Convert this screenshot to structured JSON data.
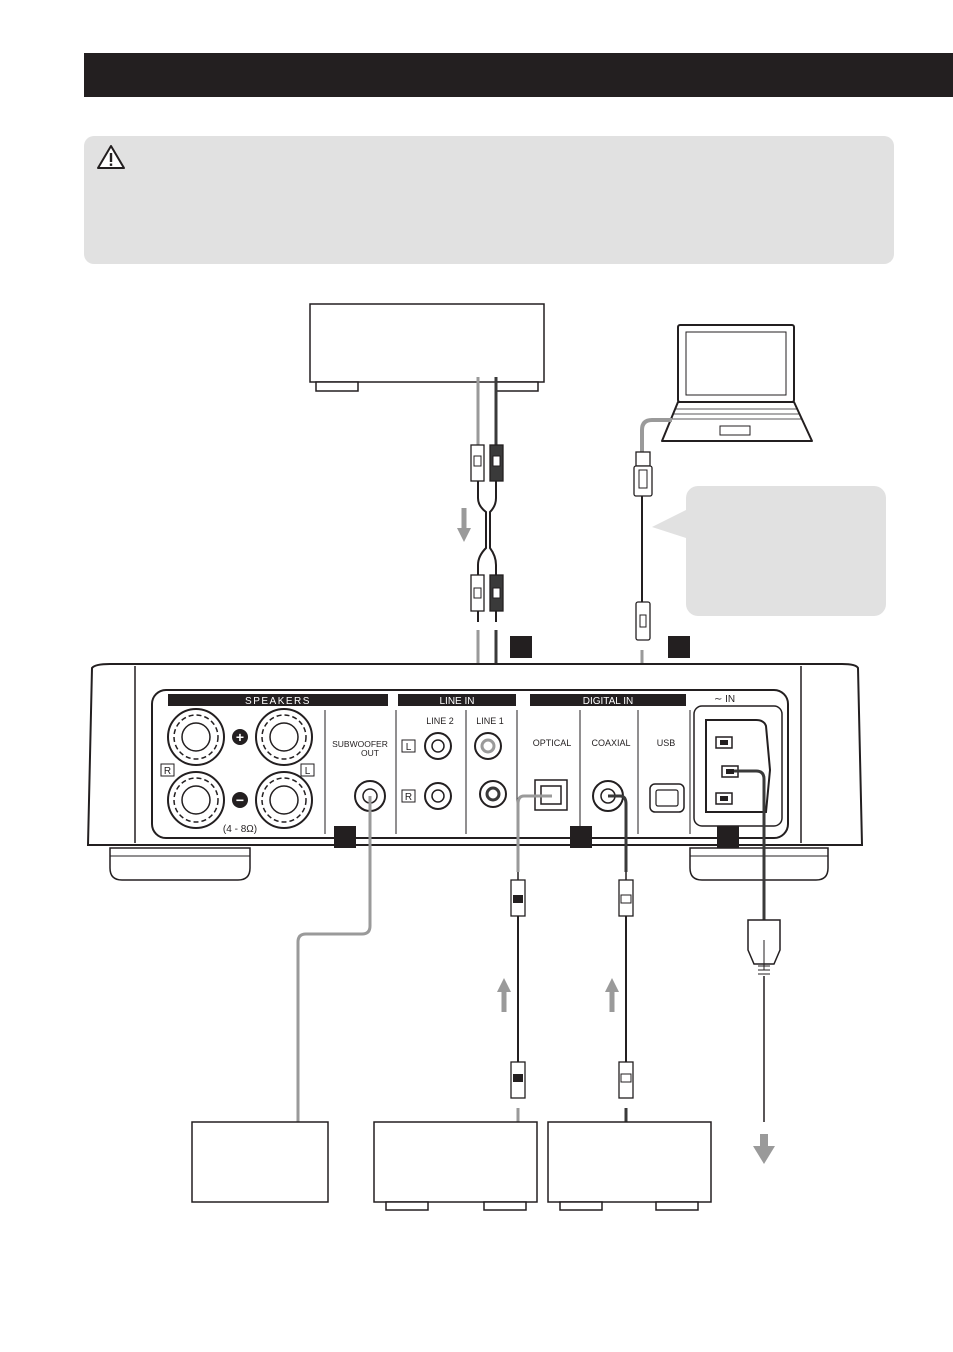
{
  "colors": {
    "header": "#231f20",
    "caution_background": "#e1e1e1",
    "callout_background": "#e1e1e1",
    "cable_light": "#9a9a9a",
    "cable_dark": "#3a3a3a",
    "outline": "#231f20"
  },
  "icons": {
    "warning": "warning-triangle-icon",
    "laptop": "laptop-icon",
    "power_arrow": "arrow-down-icon"
  },
  "panel": {
    "speakers_label": "SPEAKERS",
    "line_in_label": "LINE IN",
    "digital_in_label": "DIGITAL IN",
    "ac_in_label": "∼ IN",
    "line2_label": "LINE 2",
    "line1_label": "LINE 1",
    "subwoofer_label_1": "SUBWOOFER",
    "subwoofer_label_2": "OUT",
    "optical_label": "OPTICAL",
    "coaxial_label": "COAXIAL",
    "usb_label": "USB",
    "impedance_label": "(4 - 8Ω)",
    "right_label": "R",
    "left_label": "L",
    "plus_symbol": "+",
    "minus_symbol": "−"
  }
}
